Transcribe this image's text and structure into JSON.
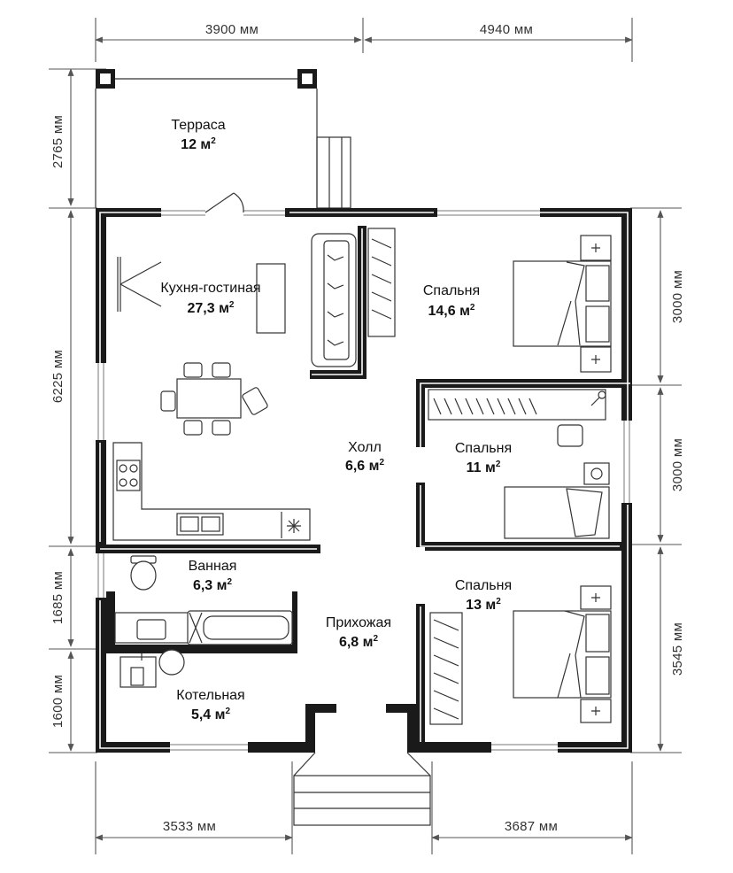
{
  "dimensions": {
    "top_left": "3900 мм",
    "top_right": "4940 мм",
    "bottom_left": "3533 мм",
    "bottom_right": "3687 мм",
    "left_terrace": "2765 мм",
    "left_main": "6225 мм",
    "left_bath": "1685 мм",
    "left_boiler": "1600 мм",
    "right_bed1": "3000 мм",
    "right_bed2": "3000 мм",
    "right_bed3": "3545 мм"
  },
  "rooms": {
    "terrace": {
      "name": "Терраса",
      "area": "12 м",
      "sup": "2"
    },
    "kitchen": {
      "name": "Кухня-гостиная",
      "area": "27,3 м",
      "sup": "2"
    },
    "bedroom1": {
      "name": "Спальня",
      "area": "14,6 м",
      "sup": "2"
    },
    "hall": {
      "name": "Холл",
      "area": "6,6 м",
      "sup": "2"
    },
    "bedroom2": {
      "name": "Спальня",
      "area": "11 м",
      "sup": "2"
    },
    "bath": {
      "name": "Ванная",
      "area": "6,3 м",
      "sup": "2"
    },
    "entry": {
      "name": "Прихожая",
      "area": "6,8 м",
      "sup": "2"
    },
    "bedroom3": {
      "name": "Спальня",
      "area": "13 м",
      "sup": "2"
    },
    "boiler": {
      "name": "Котельная",
      "area": "5,4 м",
      "sup": "2"
    }
  }
}
